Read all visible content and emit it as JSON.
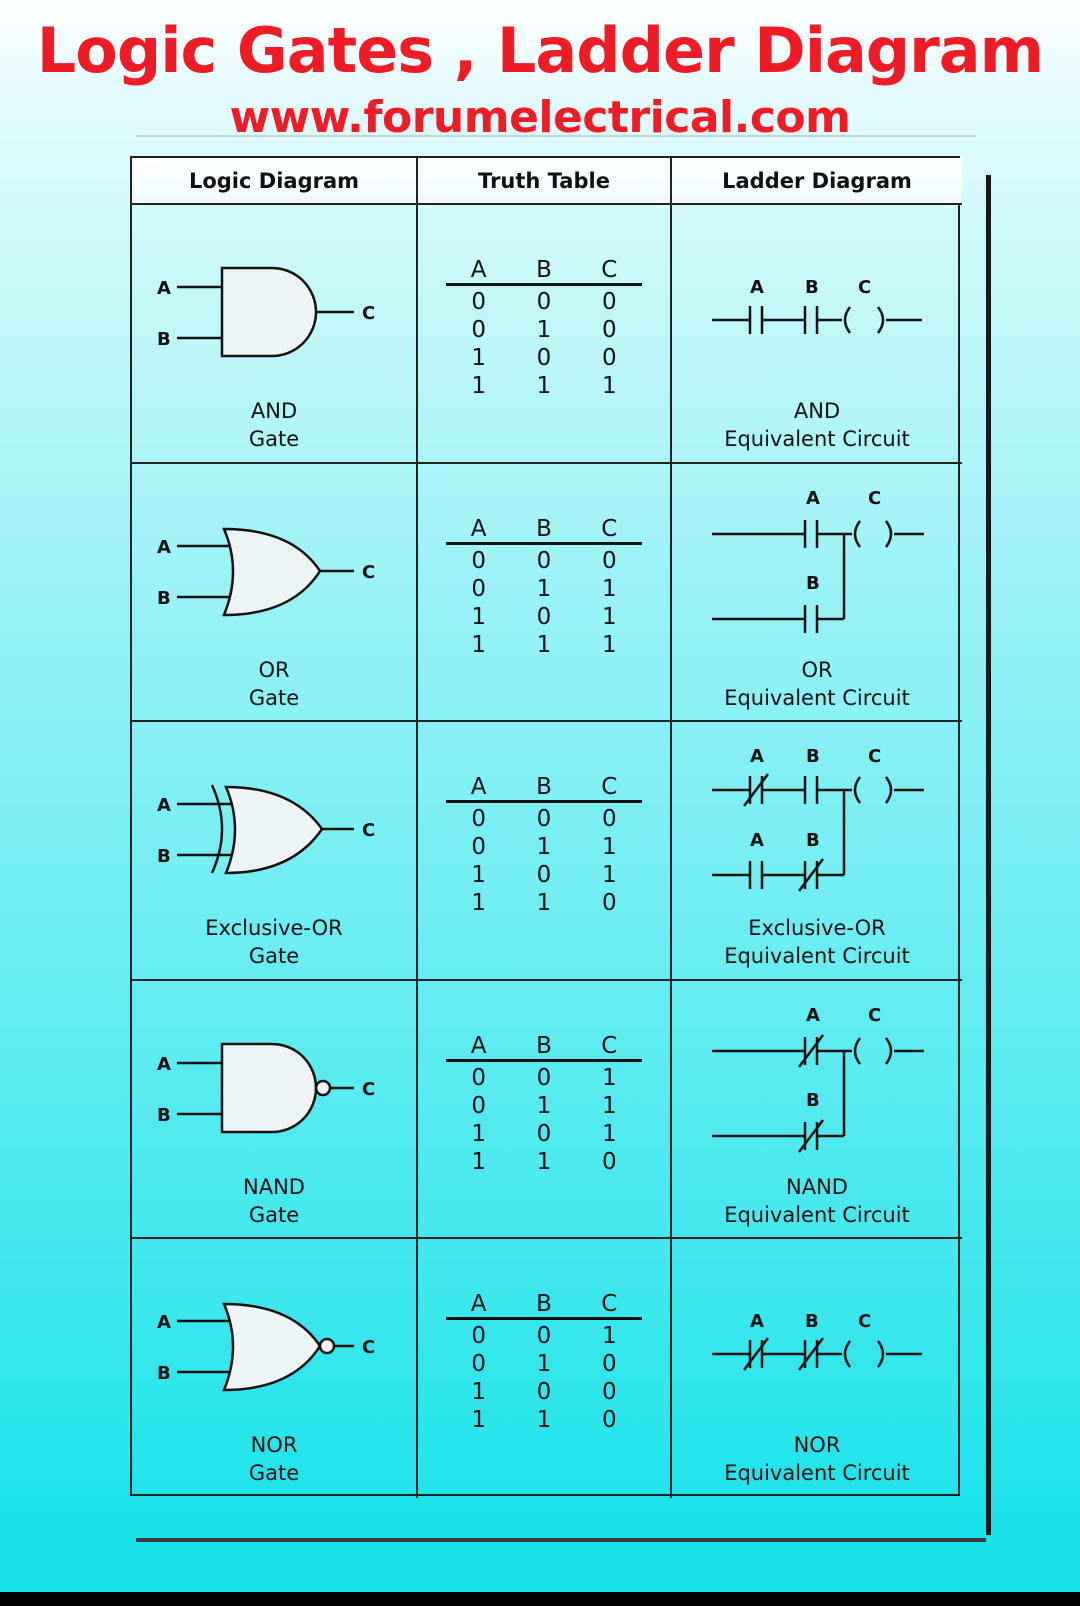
{
  "title": "Logic Gates , Ladder Diagram",
  "subtitle": "www.forumelectrical.com",
  "headers": {
    "logic": "Logic Diagram",
    "truth": "Truth Table",
    "ladder": "Ladder Diagram"
  },
  "rows": [
    {
      "gate": "AND",
      "gate_line1": "AND",
      "gate_line2": "Gate",
      "in_a": "A",
      "in_b": "B",
      "out": "C",
      "tt_head": [
        "A",
        "B",
        "C"
      ],
      "tt": [
        [
          "0",
          "0",
          "0"
        ],
        [
          "0",
          "1",
          "0"
        ],
        [
          "1",
          "0",
          "0"
        ],
        [
          "1",
          "1",
          "1"
        ]
      ],
      "ladder_line1": "AND",
      "ladder_line2": "Equivalent Circuit",
      "contacts": [
        "A",
        "B"
      ],
      "coil": "C"
    },
    {
      "gate": "OR",
      "gate_line1": "OR",
      "gate_line2": "Gate",
      "in_a": "A",
      "in_b": "B",
      "out": "C",
      "tt_head": [
        "A",
        "B",
        "C"
      ],
      "tt": [
        [
          "0",
          "0",
          "0"
        ],
        [
          "0",
          "1",
          "1"
        ],
        [
          "1",
          "0",
          "1"
        ],
        [
          "1",
          "1",
          "1"
        ]
      ],
      "ladder_line1": "OR",
      "ladder_line2": "Equivalent Circuit",
      "contacts": [
        "A",
        "B"
      ],
      "coil": "C"
    },
    {
      "gate": "XOR",
      "gate_line1": "Exclusive-OR",
      "gate_line2": "Gate",
      "in_a": "A",
      "in_b": "B",
      "out": "C",
      "tt_head": [
        "A",
        "B",
        "C"
      ],
      "tt": [
        [
          "0",
          "0",
          "0"
        ],
        [
          "0",
          "1",
          "1"
        ],
        [
          "1",
          "0",
          "1"
        ],
        [
          "1",
          "1",
          "0"
        ]
      ],
      "ladder_line1": "Exclusive-OR",
      "ladder_line2": "Equivalent Circuit",
      "contacts": [
        "A",
        "B",
        "A",
        "B"
      ],
      "coil": "C"
    },
    {
      "gate": "NAND",
      "gate_line1": "NAND",
      "gate_line2": "Gate",
      "in_a": "A",
      "in_b": "B",
      "out": "C",
      "tt_head": [
        "A",
        "B",
        "C"
      ],
      "tt": [
        [
          "0",
          "0",
          "1"
        ],
        [
          "0",
          "1",
          "1"
        ],
        [
          "1",
          "0",
          "1"
        ],
        [
          "1",
          "1",
          "0"
        ]
      ],
      "ladder_line1": "NAND",
      "ladder_line2": "Equivalent Circuit",
      "contacts": [
        "A",
        "B"
      ],
      "coil": "C"
    },
    {
      "gate": "NOR",
      "gate_line1": "NOR",
      "gate_line2": "Gate",
      "in_a": "A",
      "in_b": "B",
      "out": "C",
      "tt_head": [
        "A",
        "B",
        "C"
      ],
      "tt": [
        [
          "0",
          "0",
          "1"
        ],
        [
          "0",
          "1",
          "0"
        ],
        [
          "1",
          "0",
          "0"
        ],
        [
          "1",
          "1",
          "0"
        ]
      ],
      "ladder_line1": "NOR",
      "ladder_line2": "Equivalent Circuit",
      "contacts": [
        "A",
        "B"
      ],
      "coil": "C"
    }
  ]
}
